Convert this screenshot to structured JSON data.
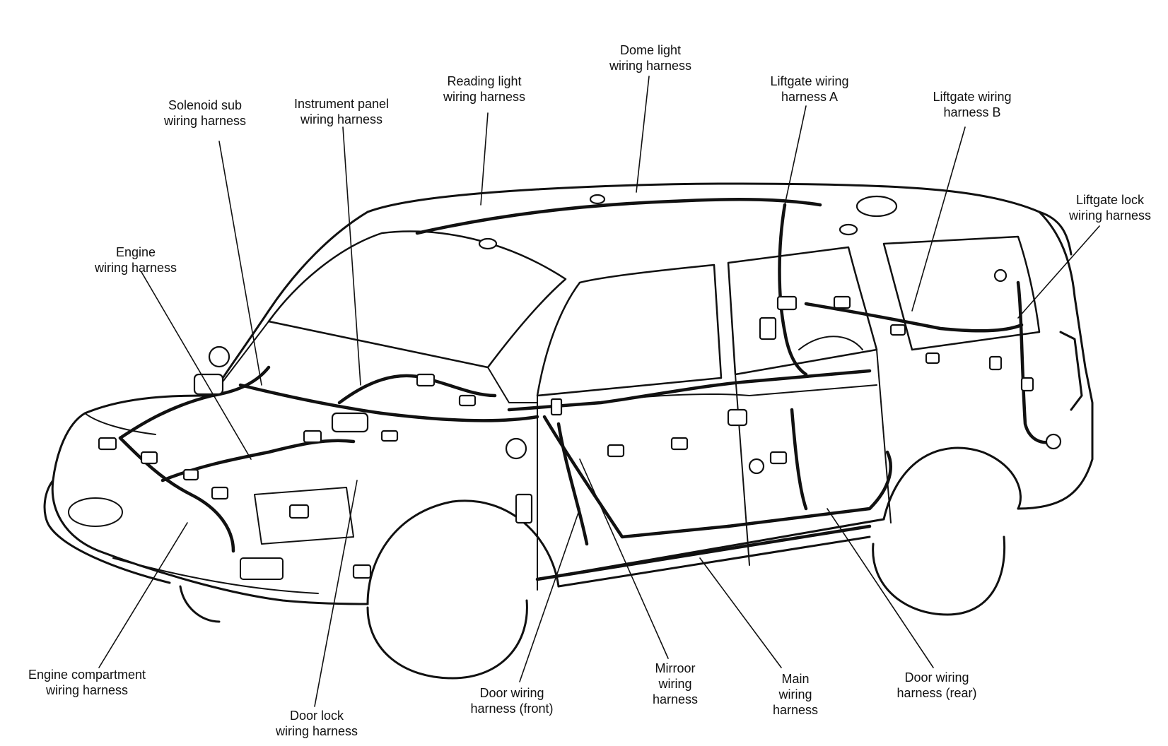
{
  "colors": {
    "ink": "#111111",
    "paper": "#ffffff"
  },
  "labels": {
    "dome_light": [
      "Dome light",
      "wiring harness"
    ],
    "reading_light": [
      "Reading light",
      "wiring harness"
    ],
    "liftgate_a": [
      "Liftgate wiring",
      "harness A"
    ],
    "liftgate_b": [
      "Liftgate wiring",
      "harness B"
    ],
    "liftgate_lock": [
      "Liftgate lock",
      "wiring harness"
    ],
    "solenoid_sub": [
      "Solenoid sub",
      "wiring harness"
    ],
    "instrument_panel": [
      "Instrument panel",
      "wiring harness"
    ],
    "engine": [
      "Engine",
      "wiring harness"
    ],
    "engine_compartment": [
      "Engine compartment",
      "wiring harness"
    ],
    "door_lock": [
      "Door lock",
      "wiring harness"
    ],
    "door_front": [
      "Door wiring",
      "harness (front)"
    ],
    "mirror": [
      "Mirroor",
      "wiring",
      "harness"
    ],
    "main": [
      "Main",
      "wiring",
      "harness"
    ],
    "door_rear": [
      "Door wiring",
      "harness (rear)"
    ]
  }
}
